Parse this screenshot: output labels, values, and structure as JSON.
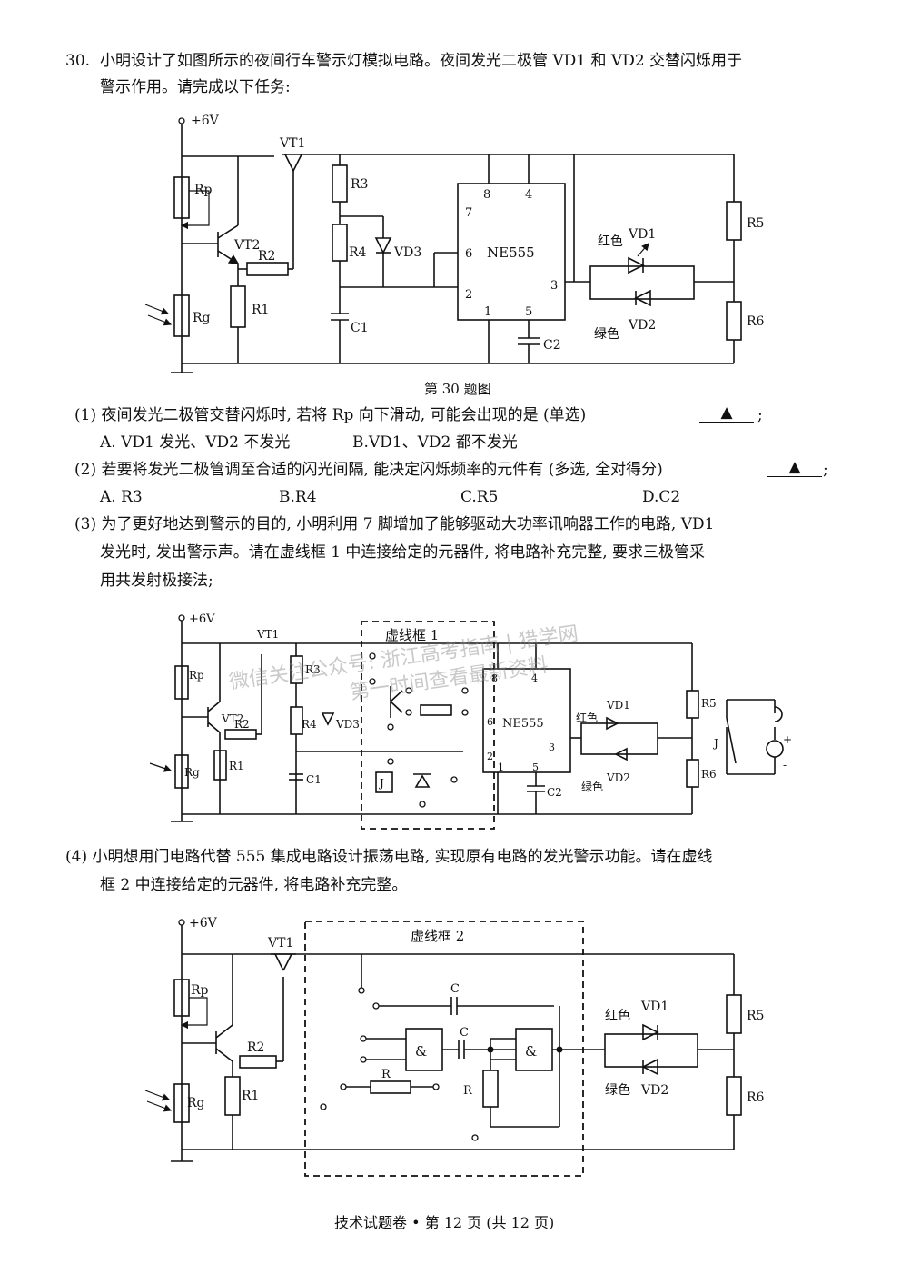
{
  "question": {
    "number": "30.",
    "line1": "小明设计了如图所示的夜间行车警示灯模拟电路。夜间发光二极管 VD1 和 VD2 交替闪烁用于",
    "line2": "警示作用。请完成以下任务:"
  },
  "figure_caption": "第 30 题图",
  "q1": {
    "text": "(1) 夜间发光二极管交替闪烁时, 若将 Rp 向下滑动, 可能会出现的是 (单选)",
    "blank": "▲",
    "end": ";",
    "option_a": "A. VD1 发光、VD2 不发光",
    "option_b": "B.VD1、VD2 都不发光"
  },
  "q2": {
    "text": "(2) 若要将发光二极管调至合适的闪光间隔, 能决定闪烁频率的元件有 (多选, 全对得分)",
    "blank": "▲",
    "end": ";",
    "options": [
      "A. R3",
      "B.R4",
      "C.R5",
      "D.C2"
    ]
  },
  "q3": {
    "line1": "(3) 为了更好地达到警示的目的, 小明利用 7 脚增加了能够驱动大功率讯响器工作的电路, VD1",
    "line2": "发光时, 发出警示声。请在虚线框 1 中连接给定的元器件, 将电路补充完整, 要求三极管采",
    "line3": "用共发射极接法;"
  },
  "q4": {
    "line1": "(4) 小明想用门电路代替 555 集成电路设计振荡电路, 实现原有电路的发光警示功能。请在虚线",
    "line2": "框 2 中连接给定的元器件, 将电路补充完整。"
  },
  "footer": "技术试题卷 • 第 12 页 (共 12 页)",
  "watermark": {
    "line1": "微信关注公众号: 浙江高考指南 | 猎学网",
    "line2": "第一时间查看最新资料"
  },
  "circuit": {
    "supply": "+6V",
    "vt1": "VT1",
    "vt2": "VT2",
    "rp": "Rp",
    "rg": "Rg",
    "r1": "R1",
    "r2": "R2",
    "r3": "R3",
    "r4": "R4",
    "r5": "R5",
    "r6": "R6",
    "vd1": "VD1",
    "vd2": "VD2",
    "vd3": "VD3",
    "c1": "C1",
    "c2": "C2",
    "ic": "NE555",
    "red": "红色",
    "green": "绿色",
    "pins": [
      "8",
      "4",
      "7",
      "6",
      "2",
      "1",
      "5",
      "3"
    ],
    "box1": "虚线框 1",
    "box2": "虚线框 2",
    "relay": "J",
    "switch_j": "J",
    "plus": "+",
    "minus": "-",
    "gate": "&",
    "cap_c": "C",
    "res_r": "R"
  }
}
